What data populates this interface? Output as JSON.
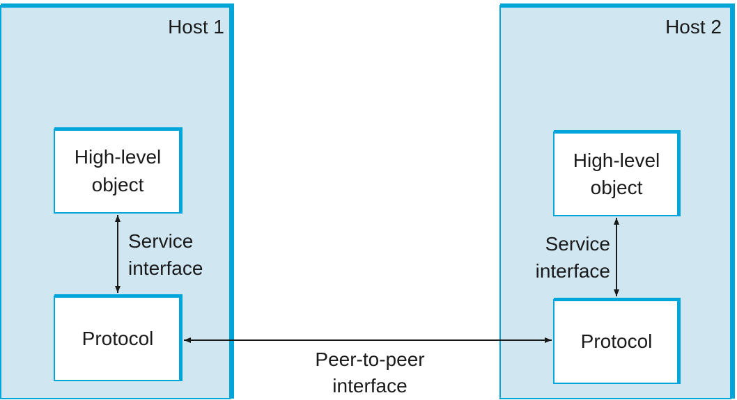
{
  "colors": {
    "host_fill": "#d0e6f1",
    "border": "#00a5d9",
    "box_fill": "#ffffff",
    "arrow": "#1a1a1a"
  },
  "hosts": [
    {
      "label": "Host 1",
      "high_level": [
        "High-level",
        "object"
      ],
      "service": [
        "Service",
        "interface"
      ],
      "protocol": "Protocol"
    },
    {
      "label": "Host 2",
      "high_level": [
        "High-level",
        "object"
      ],
      "service": [
        "Service",
        "interface"
      ],
      "protocol": "Protocol"
    }
  ],
  "peer": [
    "Peer-to-peer",
    "interface"
  ]
}
